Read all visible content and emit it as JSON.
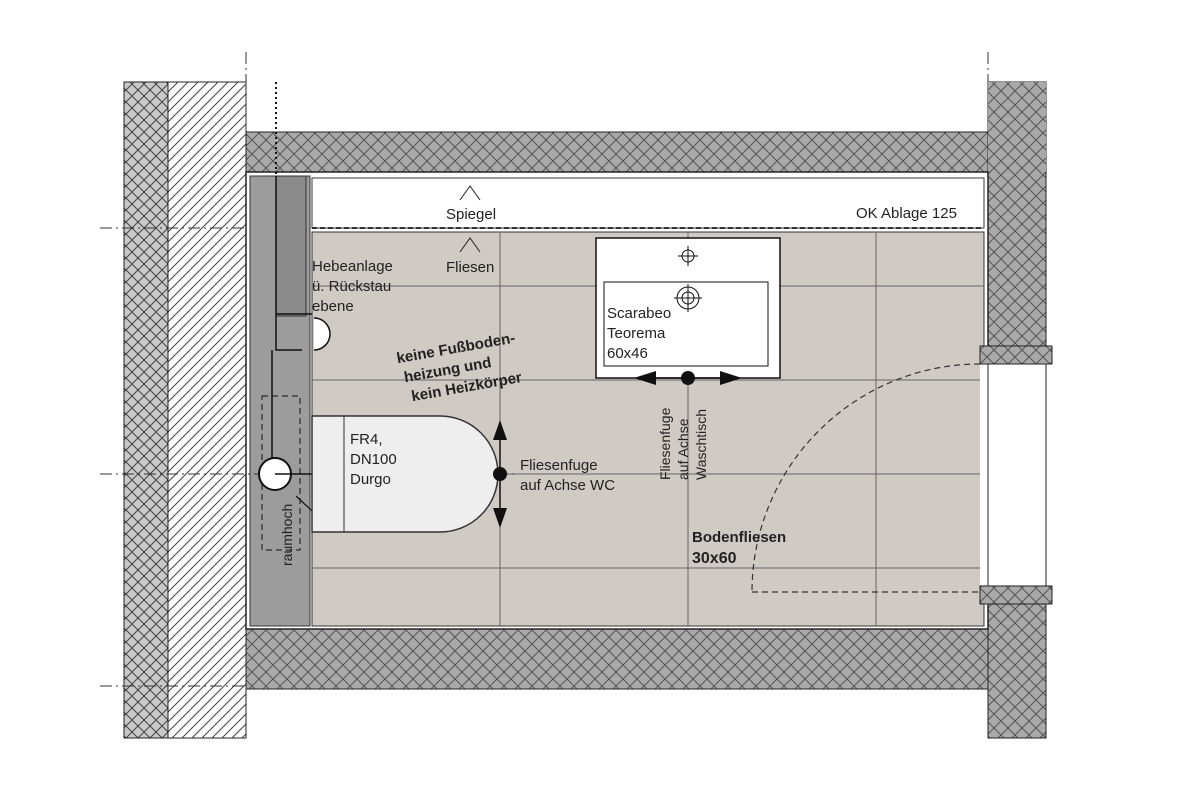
{
  "labels": {
    "mirror": "Spiegel",
    "shelf": "OK Ablage 125",
    "tiles_wall": "Fliesen",
    "lift_line1": "Hebeanlage",
    "lift_line2": "ü. Rückstau",
    "lift_line3": "ebene",
    "no_heating_line1": "keine Fußboden-",
    "no_heating_line2": "heizung und",
    "no_heating_line3": "kein Heizkörper",
    "basin_line1": "Scarabeo",
    "basin_line2": "Teorema",
    "basin_line3": "60x46",
    "joint_basin_line1": "Fliesenfuge",
    "joint_basin_line2": "auf Achse",
    "joint_basin_line3": "Waschtisch",
    "wc_line1": "FR4,",
    "wc_line2": "DN100",
    "wc_line3": "Durgo",
    "joint_wc_line1": "Fliesenfuge",
    "joint_wc_line2": "auf Achse WC",
    "floor_tiles_line1": "Bodenfliesen",
    "floor_tiles_line2": "30x60",
    "room_high": "raumhoch"
  },
  "colors": {
    "floor": "#cfcac4",
    "wall": "#8f8f8f",
    "installation_wall": "#9c9c9c",
    "fixture": "#eeeeee",
    "line": "#111111"
  }
}
